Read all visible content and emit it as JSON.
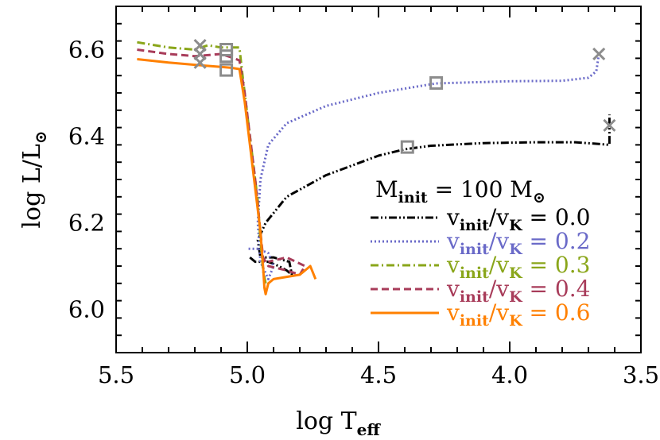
{
  "chart_data": {
    "type": "line",
    "title": "",
    "xlabel": {
      "main": "log T",
      "sub": "eff"
    },
    "ylabel": {
      "main": "log L/L",
      "sub": "⊙"
    },
    "xlim": [
      5.5,
      3.5
    ],
    "ylim": [
      5.9,
      6.7
    ],
    "x_ticks": [
      "5.5",
      "5.0",
      "4.5",
      "4.0",
      "3.5"
    ],
    "x_tick_values": [
      5.5,
      5.0,
      4.5,
      4.0,
      3.5
    ],
    "y_ticks": [
      "6.0",
      "6.2",
      "6.4",
      "6.6"
    ],
    "y_tick_values": [
      6.0,
      6.2,
      6.4,
      6.6
    ],
    "grid": false,
    "legend_position": "bottom-right",
    "legend_title": {
      "pre": "M",
      "pre_sub": "init",
      "mid": " = 100 M",
      "post_sub": "⊙"
    },
    "series": [
      {
        "label": {
          "a": "v",
          "a_sub": "init",
          "b": "/v",
          "b_sub": "K",
          "c": " = 0.0"
        },
        "color": "#000000",
        "dash": "dash-dot-dot",
        "points": [
          [
            4.99,
            6.12
          ],
          [
            4.97,
            6.11
          ],
          [
            4.92,
            6.11
          ],
          [
            4.88,
            6.1
          ],
          [
            4.85,
            6.09
          ],
          [
            4.83,
            6.08
          ],
          [
            4.84,
            6.11
          ],
          [
            4.9,
            6.12
          ],
          [
            4.95,
            6.12
          ],
          [
            4.96,
            6.16
          ],
          [
            4.93,
            6.2
          ],
          [
            4.85,
            6.26
          ],
          [
            4.7,
            6.31
          ],
          [
            4.5,
            6.355
          ],
          [
            4.4,
            6.37
          ],
          [
            4.3,
            6.378
          ],
          [
            4.1,
            6.384
          ],
          [
            3.9,
            6.386
          ],
          [
            3.75,
            6.386
          ],
          [
            3.66,
            6.382
          ],
          [
            3.62,
            6.38
          ],
          [
            3.62,
            6.43
          ],
          [
            3.62,
            6.45
          ]
        ],
        "square": [
          4.39,
          6.375
        ],
        "cross": [
          3.62,
          6.425
        ]
      },
      {
        "label": {
          "a": "v",
          "a_sub": "init",
          "b": "/v",
          "b_sub": "K",
          "c": " = 0.2"
        },
        "color": "#6a6ac8",
        "dash": "dotted",
        "points": [
          [
            4.995,
            6.14
          ],
          [
            4.96,
            6.14
          ],
          [
            4.92,
            6.13
          ],
          [
            4.9,
            6.1
          ],
          [
            4.92,
            6.07
          ],
          [
            4.95,
            6.11
          ],
          [
            4.96,
            6.2
          ],
          [
            4.95,
            6.3
          ],
          [
            4.92,
            6.38
          ],
          [
            4.85,
            6.43
          ],
          [
            4.7,
            6.47
          ],
          [
            4.5,
            6.5
          ],
          [
            4.28,
            6.522
          ],
          [
            4.0,
            6.527
          ],
          [
            3.8,
            6.528
          ],
          [
            3.7,
            6.535
          ],
          [
            3.67,
            6.55
          ],
          [
            3.66,
            6.59
          ]
        ],
        "square": [
          4.28,
          6.523
        ],
        "cross": [
          3.66,
          6.59
        ]
      },
      {
        "label": {
          "a": "v",
          "a_sub": "init",
          "b": "/v",
          "b_sub": "K",
          "c": " = 0.3"
        },
        "color": "#8aa61a",
        "dash": "dash-dot",
        "points": [
          [
            5.42,
            6.617
          ],
          [
            5.3,
            6.605
          ],
          [
            5.2,
            6.6
          ],
          [
            5.15,
            6.61
          ],
          [
            5.1,
            6.605
          ],
          [
            5.06,
            6.605
          ],
          [
            5.03,
            6.605
          ],
          [
            5.02,
            6.55
          ],
          [
            5.0,
            6.45
          ],
          [
            4.98,
            6.35
          ],
          [
            4.96,
            6.25
          ],
          [
            4.95,
            6.16
          ],
          [
            4.94,
            6.09
          ],
          [
            4.93,
            6.06
          ]
        ],
        "square": [
          5.08,
          6.6
        ],
        "cross": [
          5.18,
          6.61
        ]
      },
      {
        "label": {
          "a": "v",
          "a_sub": "init",
          "b": "/v",
          "b_sub": "K",
          "c": " = 0.4"
        },
        "color": "#a83c5a",
        "dash": "dashed",
        "points": [
          [
            5.42,
            6.6
          ],
          [
            5.3,
            6.59
          ],
          [
            5.2,
            6.585
          ],
          [
            5.1,
            6.59
          ],
          [
            5.05,
            6.58
          ],
          [
            5.03,
            6.575
          ],
          [
            5.01,
            6.5
          ],
          [
            4.99,
            6.4
          ],
          [
            4.97,
            6.3
          ],
          [
            4.95,
            6.18
          ],
          [
            4.94,
            6.12
          ],
          [
            4.92,
            6.1
          ],
          [
            4.85,
            6.09
          ],
          [
            4.8,
            6.08
          ],
          [
            4.78,
            6.1
          ],
          [
            4.85,
            6.12
          ],
          [
            4.92,
            6.11
          ]
        ],
        "square": [
          5.08,
          6.585
        ],
        "cross": [
          5.18,
          6.59
        ]
      },
      {
        "label": {
          "a": "v",
          "a_sub": "init",
          "b": "/v",
          "b_sub": "K",
          "c": " = 0.6"
        },
        "color": "#ff8000",
        "dash": "solid",
        "points": [
          [
            5.42,
            6.578
          ],
          [
            5.3,
            6.57
          ],
          [
            5.2,
            6.565
          ],
          [
            5.1,
            6.56
          ],
          [
            5.06,
            6.558
          ],
          [
            5.03,
            6.555
          ],
          [
            5.01,
            6.48
          ],
          [
            4.99,
            6.38
          ],
          [
            4.97,
            6.28
          ],
          [
            4.95,
            6.18
          ],
          [
            4.94,
            6.1
          ],
          [
            4.935,
            6.05
          ],
          [
            4.93,
            6.035
          ],
          [
            4.92,
            6.06
          ],
          [
            4.9,
            6.07
          ],
          [
            4.8,
            6.08
          ],
          [
            4.78,
            6.09
          ],
          [
            4.76,
            6.1
          ],
          [
            4.74,
            6.07
          ]
        ],
        "square": [
          5.08,
          6.553
        ],
        "cross": [
          5.18,
          6.57
        ]
      }
    ],
    "marker_color": "#8c8c8c"
  }
}
